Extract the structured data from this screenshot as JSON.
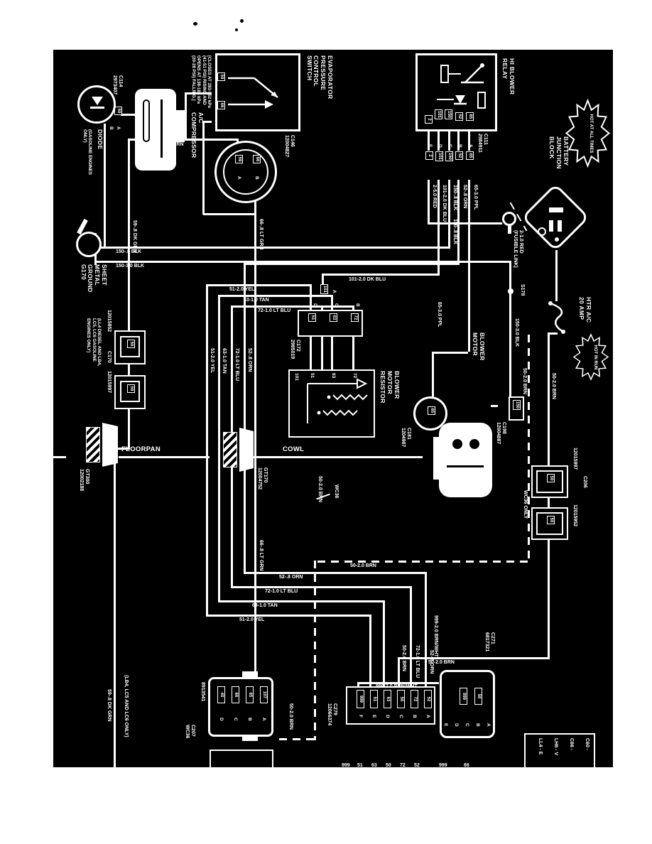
{
  "page": {
    "bg": "#ffffff",
    "sheet_bg": "#000000",
    "ink": "#ffffff"
  },
  "banners": {
    "hot_at_all_times": "HOT AT ALL TIMES",
    "hot_in_run": "HOT IN RUN"
  },
  "labels": {
    "relay": "HI BLOWER\nRELAY",
    "bjb": "BATTERY\nJUNCTION\nBLOCK",
    "fusible_link": "2-1.0 RED\n(FUSIBLE LINK)",
    "evap_switch": "EVAPORATOR\nPRESSURE\nCONTROL\nSWITCH",
    "evap_spec": "[CLOSES AT 283-352 kPa\n(41-51 PSI) RISING AND\nOPENS AT 138-186 kPa\n(20-28 PSI) FALLING.]",
    "compressor": "A/C\nCOMPRESSOR",
    "diode": "DIODE",
    "diode_note": "(GASOLINE ENGINES\nONLY)",
    "ground": "SHEET\nMETAL\nGROUND\nG170",
    "resistor": "BLOWER\nMOTOR\nRESISTOR",
    "motor": "BLOWER\nMOTOR",
    "floorpan": "FLOORPAN",
    "cowl": "COWL",
    "fuse": "HTR A/C\n20 AMP",
    "c170_note": "(LL4 DIESEL AND LB4,\nLC5, LC6 GASOLINE\nENGINES ONLY)",
    "bottom_note": "(LB4, LC5 AND LC6 ONLY)",
    "wc36": "WC36",
    "s178": "S178"
  },
  "wires": {
    "w65": "65-3.0 PPL",
    "w52": "52-.8 ORN",
    "w150_8": "150-.8 BLK",
    "w101": "101-2.0 DK BLU",
    "w2_5": "2-5.0 RED",
    "w150_3": "150-3.0 BLK",
    "w59": "59-.8 DK GRN",
    "w66": "66-.8 LT GRN",
    "w51": "51-2.0 YEL",
    "w63": "63-1.0 TAN",
    "w72": "72-1.0 LT BLU",
    "w50": "50-2.0 BRN",
    "w999": "999-2.0 BRN/WHT"
  },
  "connectors": {
    "c111": {
      "name": "C111\n2984911",
      "pins": [
        "65",
        "52",
        "150",
        "101",
        "2"
      ],
      "letters": [
        "A",
        "B",
        "C",
        "D",
        "E"
      ]
    },
    "c114": {
      "name": "C114\n2973407",
      "pins": [
        "59",
        "150"
      ],
      "letters": [
        "A",
        "B"
      ]
    },
    "c146": {
      "name": "C146\n12004827",
      "pins": [
        "66",
        "59"
      ],
      "letters": [
        "B",
        "A"
      ]
    },
    "c170": {
      "name": "C170",
      "num_left": "12015852",
      "num_right": "12015997",
      "pin": "59"
    },
    "c172": {
      "name": "C172\n2985019",
      "pins": [
        "72",
        "63",
        "51"
      ],
      "letters": [
        "B",
        "C",
        "D"
      ],
      "pin_a": "101",
      "letter_a": "A"
    },
    "c181": {
      "name": "C181\n1204987",
      "pin": "65"
    },
    "c198": {
      "name": "C198\n12004887",
      "pin": "150"
    },
    "c206": {
      "name": "C206",
      "num_left": "12015997",
      "num_right": "12015952",
      "note": "WC36 ONLY",
      "pin": "50"
    },
    "c271": {
      "name": "C271\n6817321",
      "pins": [
        "50",
        "999"
      ],
      "letters": [
        "A",
        "B",
        "C",
        "D",
        "E"
      ]
    },
    "c279": {
      "name": "C279\n12066374",
      "pins": [
        "52",
        "72",
        "50",
        "63",
        "51",
        "999"
      ],
      "letters": [
        "A",
        "B",
        "C",
        "D",
        "E",
        "F"
      ]
    },
    "chead": {
      "part": "8913541",
      "name": "C207\nWC36",
      "pins": [
        "107",
        "65",
        "66",
        "40"
      ],
      "letters": [
        "A",
        "B",
        "C",
        "D"
      ]
    },
    "gt170": "GT170\n12004752",
    "gt300": "GT300\n12002188"
  },
  "relay_pins": [
    "65",
    "52",
    "150",
    "101",
    "2"
  ],
  "resistor_pins": [
    "72",
    "63",
    "51",
    "101"
  ],
  "switch_pins": [
    "59",
    "66"
  ],
  "cut": {
    "c279": [
      "52",
      "72",
      "50",
      "63",
      "51",
      "999"
    ],
    "c271": [
      "66",
      "999"
    ]
  },
  "legend": [
    "C60 -",
    "C66 -",
    "LH6 - V",
    "LL4 - E"
  ]
}
